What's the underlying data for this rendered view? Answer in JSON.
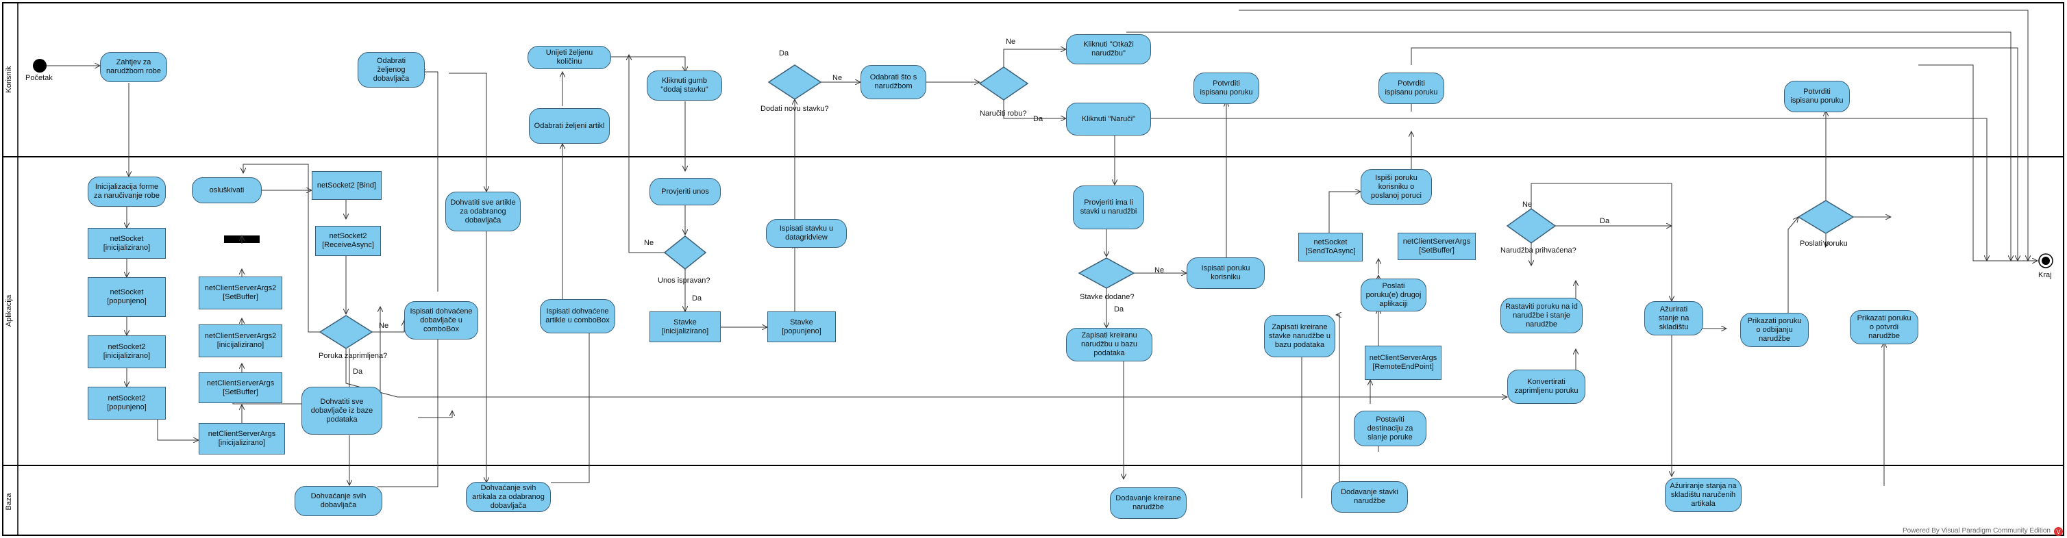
{
  "lanes": [
    {
      "id": "korisnik",
      "title": "Korisnik"
    },
    {
      "id": "aplikacija",
      "title": "Aplikacija"
    },
    {
      "id": "baza",
      "title": "Baza"
    }
  ],
  "start": {
    "label": "Početak"
  },
  "end": {
    "label": "Kraj"
  },
  "nodes": {
    "n_zahtjev": "Zahtjev za narudžbom robe",
    "n_odabrati_dob": "Odabrati željenog dobavljača",
    "n_unijeti_kol": "Unijeti željenu količinu",
    "n_kliknuti_dodaj": "Kliknuti gumb \"dodaj stavku\"",
    "n_odabrati_artikl": "Odabrati željeni artikl",
    "n_odabrati_sto": "Odabrati što s narudžbom",
    "n_otkazi": "Kliknuti \"Otkaži narudžbu\"",
    "n_naruci": "Kliknuti \"Naruči\"",
    "n_potvrdi1": "Potvrditi ispisanu poruku",
    "n_potvrdi2": "Potvrditi ispisanu poruku",
    "n_potvrdi3": "Potvrditi ispisanu poruku",
    "n_init_forme": "Inicijalizacija forme za naručivanje robe",
    "n_ns_init": "netSocket [inicijalizirano]",
    "n_ns_pop": "netSocket [popunjeno]",
    "n_ns2_init": "netSocket2 [inicijalizirano]",
    "n_ns2_pop": "netSocket2 [popunjeno]",
    "n_osluskivati": "osluškivati",
    "n_ns2_bind": "netSocket2 [Bind]",
    "n_ns2_recv": "netSocket2 [ReceiveAsync]",
    "n_ncsa2_buf": "netClientServerArgs2 [SetBuffer]",
    "n_ncsa2_init": "netClientServerArgs2 [inicijalizirano]",
    "n_ncsa_buf": "netClientServerArgs [SetBuffer]",
    "n_ncsa_init": "netClientServerArgs [inicijalizirano]",
    "n_dohvatiti_dob": "Dohvatiti sve dobavljače iz baze podataka",
    "n_ispisati_dob": "Ispisati dohvaćene dobavljače u comboBox",
    "n_dohvatiti_art": "Dohvatiti sve artikle za odabranog dobavljača",
    "n_ispisati_art": "Ispisati dohvaćene artikle u comboBox",
    "n_provjeriti_unos": "Provjeriti unos",
    "n_stavke_init": "Stavke [inicijalizirano]",
    "n_stavke_pop": "Stavke [popunjeno]",
    "n_ispisati_stavku": "Ispisati stavku u datagridview",
    "n_provjeriti_ima": "Provjeriti ima li stavki u narudžbi",
    "n_ispisati_poruku": "Ispisati poruku korisniku",
    "n_zapisati_kreiranu": "Zapisati kreiranu narudžbu u bazu podataka",
    "n_zapisati_stavke": "Zapisati kreirane stavke narudžbe u bazu podataka",
    "n_ns_send": "netSocket [SendToAsync]",
    "n_ncsa_setbuf2": "netClientServerArgs [SetBuffer]",
    "n_ispisi_poruku": "Ispiši poruku korisniku o poslanoj poruci",
    "n_poslati_poruke": "Poslati poruku(e) drugoj aplikaciji",
    "n_ncsa_remote": "netClientServerArgs [RemoteEndPoint]",
    "n_postaviti_dest": "Postaviti destinaciju za slanje poruke",
    "n_rastaviti": "Rastaviti poruku na id narudžbe i stanje narudžbe",
    "n_konvertirati": "Konvertirati zaprimljenu poruku",
    "n_azurirati": "Ažurirati stanje na skladištu",
    "n_prikazati_odb": "Prikazati poruku o odbijanju narudžbe",
    "n_prikazati_potv": "Prikazati poruku o potvrdi narudžbe",
    "n_dohvacanje_dob": "Dohvaćanje svih dobavljača",
    "n_dohvacanje_art": "Dohvaćanje svih artikala za odabranog dobavljača",
    "n_dodavanje_kreirane": "Dodavanje kreirane narudžbe",
    "n_dodavanje_stavki": "Dodavanje stavki narudžbe",
    "n_azuriranje_stanja": "Ažuriranje stanja na skladištu naručenih artikala"
  },
  "decisions": {
    "d_dodati": "Dodati novu stavku?",
    "d_naruciti": "Naručiti robu?",
    "d_unos": "Unos ispravan?",
    "d_poruka": "Poruka zaprimljena?",
    "d_stavke": "Stavke dodane?",
    "d_prihvacena": "Narudžba prihvaćena?",
    "d_poslati": "Poslati poruku"
  },
  "edge_labels": {
    "da": "Da",
    "ne": "Ne"
  },
  "footer": {
    "text": "Powered By  Visual Paradigm Community Edition"
  }
}
